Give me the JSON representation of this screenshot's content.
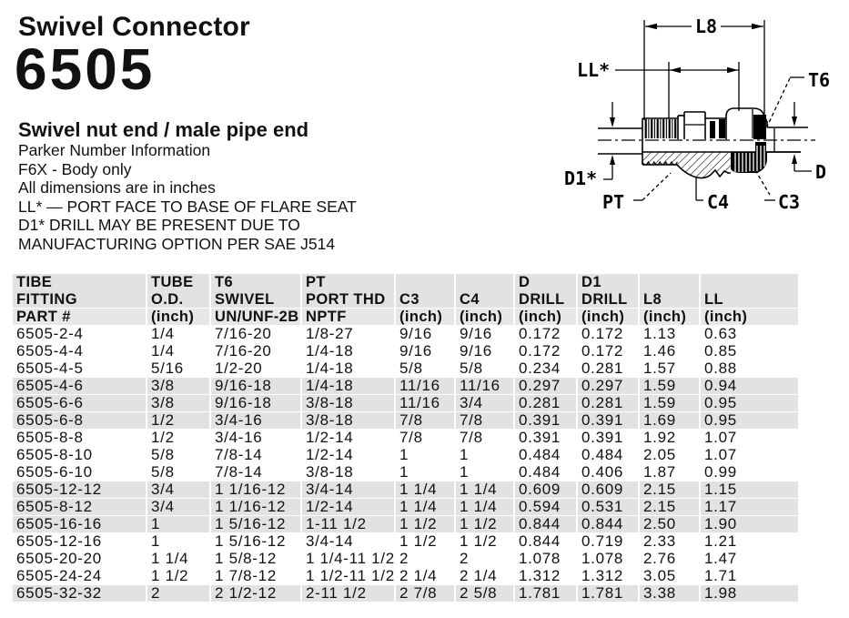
{
  "header": {
    "title": "Swivel Connector",
    "model": "6505",
    "subtitle": "Swivel nut end / male pipe end",
    "info_lines": [
      "Parker Number Information",
      "F6X - Body only",
      "All dimensions are in inches",
      "LL* — PORT FACE TO BASE OF FLARE SEAT",
      "D1* DRILL MAY BE PRESENT DUE TO",
      "MANUFACTURING OPTION PER SAE J514"
    ]
  },
  "diagram": {
    "labels": {
      "l8": "L8",
      "ll": "LL*",
      "t6": "T6",
      "d": "D",
      "d1": "D1*",
      "pt": "PT",
      "c4": "C4",
      "c3": "C3"
    }
  },
  "colors": {
    "table_header_bg": "#e2e2e2",
    "table_header_bg2": "#e7e7e7",
    "table_row_shaded_bg": "#e2e2e2",
    "diagram_ink": "#000000",
    "text_ink": "#111111",
    "page_bg": "#ffffff"
  },
  "table": {
    "columns": [
      {
        "l1": "TIBE",
        "l2": "FITTING",
        "l3": "PART #"
      },
      {
        "l1": "TUBE",
        "l2": "O.D.",
        "l3": "(inch)"
      },
      {
        "l1": "T6",
        "l2": "SWIVEL",
        "l3": "UN/UNF-2B"
      },
      {
        "l1": "PT",
        "l2": "PORT THD",
        "l3": "NPTF"
      },
      {
        "l1": "",
        "l2": "C3",
        "l3": "(inch)"
      },
      {
        "l1": "",
        "l2": "C4",
        "l3": "(inch)"
      },
      {
        "l1": "D",
        "l2": "DRILL",
        "l3": "(inch)"
      },
      {
        "l1": "D1",
        "l2": "DRILL",
        "l3": "(inch)"
      },
      {
        "l1": "",
        "l2": "L8",
        "l3": "(inch)"
      },
      {
        "l1": "",
        "l2": "LL",
        "l3": "(inch)"
      }
    ],
    "rows": [
      {
        "shaded": false,
        "cells": [
          "6505-2-4",
          "1/4",
          "7/16-20",
          "1/8-27",
          "9/16",
          "9/16",
          "0.172",
          "0.172",
          "1.13",
          "0.63"
        ]
      },
      {
        "shaded": false,
        "cells": [
          "6505-4-4",
          "1/4",
          "7/16-20",
          "1/4-18",
          "9/16",
          "9/16",
          "0.172",
          "0.172",
          "1.46",
          "0.85"
        ]
      },
      {
        "shaded": false,
        "cells": [
          "6505-4-5",
          "5/16",
          "1/2-20",
          "1/4-18",
          "5/8",
          "5/8",
          "0.234",
          "0.281",
          "1.57",
          "0.88"
        ]
      },
      {
        "shaded": true,
        "cells": [
          "6505-4-6",
          "3/8",
          "9/16-18",
          "1/4-18",
          "11/16",
          "11/16",
          "0.297",
          "0.297",
          "1.59",
          "0.94"
        ]
      },
      {
        "shaded": true,
        "cells": [
          "6505-6-6",
          "3/8",
          "9/16-18",
          "3/8-18",
          "11/16",
          "3/4",
          "0.281",
          "0.281",
          "1.59",
          "0.95"
        ]
      },
      {
        "shaded": true,
        "cells": [
          "6505-6-8",
          "1/2",
          "3/4-16",
          "3/8-18",
          "7/8",
          "7/8",
          "0.391",
          "0.391",
          "1.69",
          "0.95"
        ]
      },
      {
        "shaded": false,
        "cells": [
          "6505-8-8",
          "1/2",
          "3/4-16",
          "1/2-14",
          "7/8",
          "7/8",
          "0.391",
          "0.391",
          "1.92",
          "1.07"
        ]
      },
      {
        "shaded": false,
        "cells": [
          "6505-8-10",
          "5/8",
          "7/8-14",
          "1/2-14",
          "1",
          "1",
          "0.484",
          "0.484",
          "2.05",
          "1.07"
        ]
      },
      {
        "shaded": false,
        "cells": [
          "6505-6-10",
          "5/8",
          "7/8-14",
          "3/8-18",
          "1",
          "1",
          "0.484",
          "0.406",
          "1.87",
          "0.99"
        ]
      },
      {
        "shaded": true,
        "cells": [
          "6505-12-12",
          "3/4",
          "1 1/16-12",
          "3/4-14",
          "1 1/4",
          "1 1/4",
          "0.609",
          "0.609",
          "2.15",
          "1.15"
        ]
      },
      {
        "shaded": true,
        "cells": [
          "6505-8-12",
          "3/4",
          "1 1/16-12",
          "1/2-14",
          "1 1/4",
          "1 1/4",
          "0.594",
          "0.531",
          "2.15",
          "1.17"
        ]
      },
      {
        "shaded": true,
        "cells": [
          "6505-16-16",
          "1",
          "1 5/16-12",
          "1-11 1/2",
          "1 1/2",
          "1 1/2",
          "0.844",
          "0.844",
          "2.50",
          "1.90"
        ]
      },
      {
        "shaded": false,
        "cells": [
          "6505-12-16",
          "1",
          "1 5/16-12",
          "3/4-14",
          "1 1/2",
          "1 1/2",
          "0.844",
          "0.719",
          "2.33",
          "1.21"
        ]
      },
      {
        "shaded": false,
        "cells": [
          "6505-20-20",
          "1 1/4",
          "1 5/8-12",
          "1 1/4-11 1/2",
          "2",
          "2",
          "1.078",
          "1.078",
          "2.76",
          "1.47"
        ]
      },
      {
        "shaded": false,
        "cells": [
          "6505-24-24",
          "1 1/2",
          "1 7/8-12",
          "1 1/2-11 1/2",
          "2 1/4",
          "2 1/4",
          "1.312",
          "1.312",
          "3.05",
          "1.71"
        ]
      },
      {
        "shaded": true,
        "cells": [
          "6505-32-32",
          "2",
          "2 1/2-12",
          "2-11 1/2",
          "2 7/8",
          "2 5/8",
          "1.781",
          "1.781",
          "3.38",
          "1.98"
        ]
      }
    ]
  }
}
